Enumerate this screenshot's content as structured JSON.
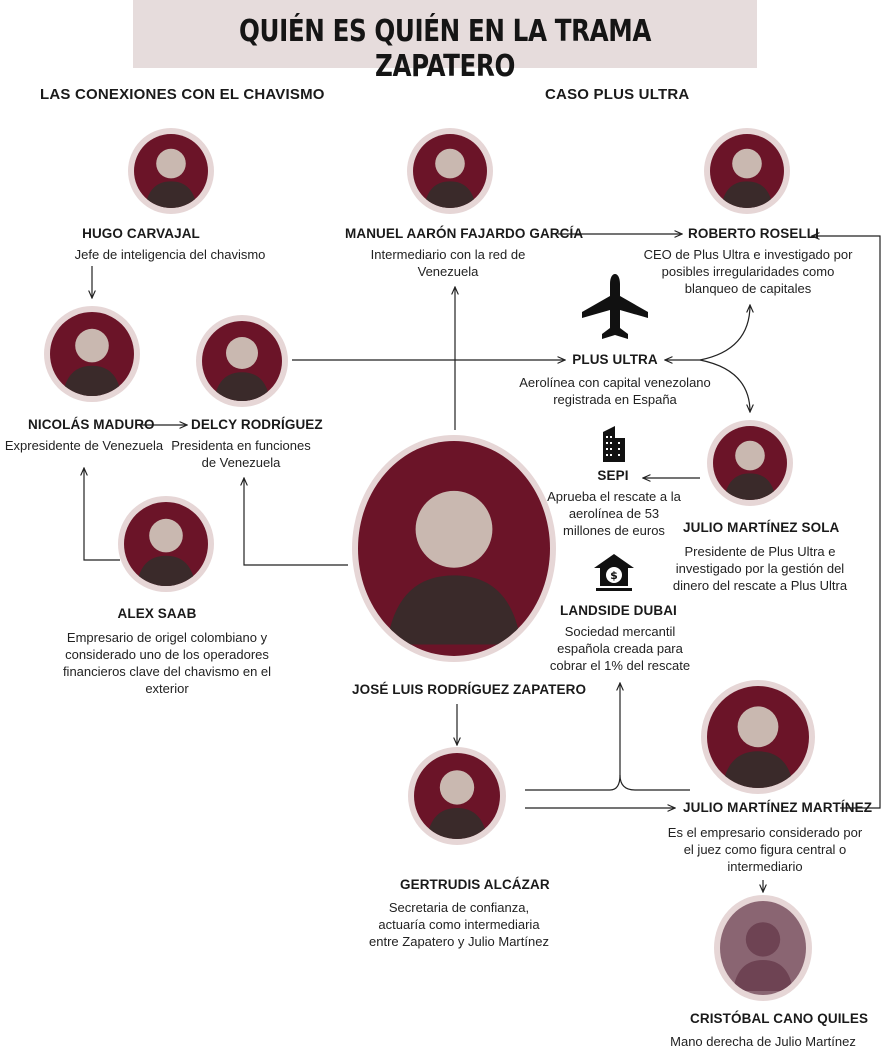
{
  "title": "QUIÉN ES QUIÉN EN LA TRAMA ZAPATERO",
  "sections": {
    "left": "LAS CONEXIONES CON EL CHAVISMO",
    "right": "CASO PLUS ULTRA"
  },
  "people": {
    "carvajal": {
      "name": "HUGO CARVAJAL",
      "desc": "Jefe de inteligencia del chavismo"
    },
    "fajardo": {
      "name": "MANUEL AARÓN FAJARDO GARCÍA",
      "desc": "Intermediario con la red de Venezuela"
    },
    "roselli": {
      "name": "ROBERTO ROSELLI",
      "desc": "CEO de Plus Ultra e investigado por posibles irregularidades como blanqueo de capitales"
    },
    "maduro": {
      "name": "NICOLÁS MADURO",
      "desc": "Expresidente de Venezuela"
    },
    "delcy": {
      "name": "DELCY RODRÍGUEZ",
      "desc": "Presidenta en funciones de Venezuela"
    },
    "sola": {
      "name": "JULIO MARTÍNEZ SOLA",
      "desc": "Presidente de Plus Ultra e investigado por la gestión del dinero del rescate a Plus Ultra"
    },
    "saab": {
      "name": "ALEX SAAB",
      "desc": "Empresario de origel colombiano y considerado uno de los operadores financieros clave del chavismo en el exterior"
    },
    "zapatero": {
      "name": "JOSÉ LUIS RODRÍGUEZ ZAPATERO"
    },
    "martinez": {
      "name": "JULIO MARTÍNEZ MARTÍNEZ",
      "desc": "Es el empresario considerado por el juez como figura central o intermediario"
    },
    "alcazar": {
      "name": "GERTRUDIS ALCÁZAR",
      "desc": "Secretaria de confianza, actuaría como intermediaria entre Zapatero y Julio Martínez"
    },
    "cano": {
      "name": "CRISTÓBAL CANO QUILES",
      "desc": "Mano derecha de Julio Martínez"
    }
  },
  "entities": {
    "plus_ultra": {
      "name": "PLUS ULTRA",
      "desc": "Aerolínea con capital venezolano registrada en España",
      "icon": "airplane-icon"
    },
    "sepi": {
      "name": "SEPI",
      "desc": "Aprueba el rescate a la aerolínea de 53 millones de euros",
      "icon": "building-icon"
    },
    "landside": {
      "name": "LANDSIDE DUBAI",
      "desc": "Sociedad mercantil española creada para cobrar el 1% del rescate",
      "icon": "bank-dollar-icon"
    }
  },
  "colors": {
    "accent": "#6b1428",
    "ring": "#e6d6d6",
    "title_bg": "#e6dcdc"
  }
}
